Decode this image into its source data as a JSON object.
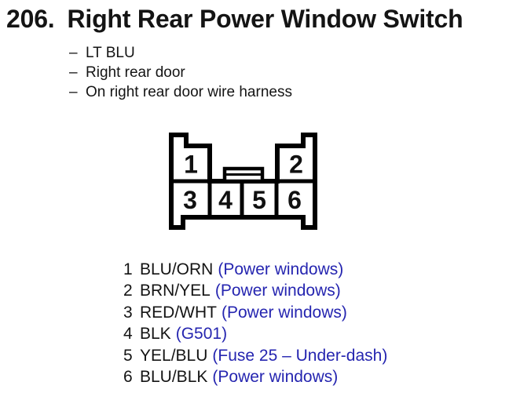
{
  "header": {
    "number": "206.",
    "title": "Right Rear Power Window Switch"
  },
  "notes": [
    {
      "dash": "–",
      "text": "LT BLU"
    },
    {
      "dash": "–",
      "text": "Right rear door"
    },
    {
      "dash": "–",
      "text": "On right rear door wire harness"
    }
  ],
  "connector": {
    "description": "6-cavity connector, front view, with center latch tab and mounting feet",
    "pins_top": [
      "1",
      "2"
    ],
    "pins_bottom": [
      "3",
      "4",
      "5",
      "6"
    ],
    "outline_color": "#000000",
    "fill_color": "#ffffff"
  },
  "pin_list": {
    "rows": [
      {
        "number": "1",
        "wire": "BLU/ORN",
        "circuit": "(Power windows)"
      },
      {
        "number": "2",
        "wire": "BRN/YEL",
        "circuit": "(Power windows)"
      },
      {
        "number": "3",
        "wire": "RED/WHT",
        "circuit": "(Power windows)"
      },
      {
        "number": "4",
        "wire": "BLK",
        "circuit": "(G501)"
      },
      {
        "number": "5",
        "wire": "YEL/BLU",
        "circuit": "(Fuse 25 – Under-dash)"
      },
      {
        "number": "6",
        "wire": "BLU/BLK",
        "circuit": "(Power windows)"
      }
    ]
  },
  "colors": {
    "text": "#141414",
    "circuit_blue": "#2525b0",
    "diagram_line": "#000000",
    "background": "#ffffff"
  }
}
